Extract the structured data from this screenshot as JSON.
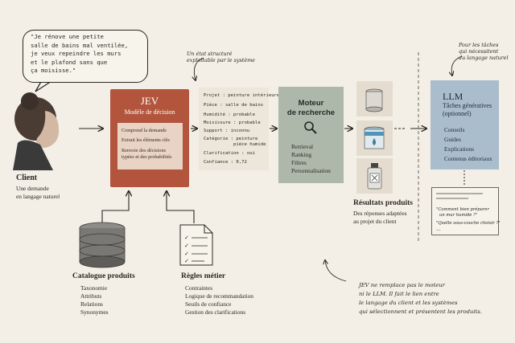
{
  "bubble": {
    "text": "\"Je rénove une petite\nsalle de bains mal ventilée,\nje veux repeindre les murs\net le plafond sans que\nça moisisse.\""
  },
  "client": {
    "title": "Client",
    "desc1": "Une demande",
    "desc2": "en langage naturel"
  },
  "state_annotation": {
    "line1": "Un état structuré",
    "line2": "exploitable par le système"
  },
  "jev": {
    "title": "JEV",
    "subtitle": "Modèle de décision",
    "items": [
      "Comprend la demande",
      "Extrait les éléments clés",
      "Renvoie des décisions",
      "typées et des probabilités"
    ]
  },
  "state": {
    "lines": [
      "Projet : peinture intérieure",
      "Pièce : salle de bains",
      "Humidité : probable",
      "Moisissure : probable",
      "Support : inconnu",
      "Catégorie : peinture",
      "           pièce humide",
      "Clarification : oui",
      "Confiance : 0,72"
    ]
  },
  "moteur": {
    "title1": "Moteur",
    "title2": "de recherche",
    "items": [
      "Retrieval",
      "Ranking",
      "Filtres",
      "Personnalisation"
    ]
  },
  "results": {
    "title": "Résultats produits",
    "desc1": "Des réponses adaptées",
    "desc2": "au projet du client"
  },
  "llm_annotation": {
    "line1": "Pour les tâches",
    "line2": "qui nécessitent",
    "line3": "du langage naturel"
  },
  "llm": {
    "title": "LLM",
    "subtitle1": "Tâches génératives",
    "subtitle2": "(optionnel)",
    "items": [
      "Conseils",
      "Guides",
      "Explications",
      "Contenus éditoriaux"
    ]
  },
  "llm_note": {
    "q1a": "\"Comment bien préparer",
    "q1b": "un mur humide ?\"",
    "q2": "\"Quelle sous-couche choisir ?\"",
    "dots": "..."
  },
  "catalogue": {
    "title": "Catalogue produits",
    "items": [
      "Taxonomie",
      "Attributs",
      "Relations",
      "Synonymes"
    ]
  },
  "regles": {
    "title": "Règles métier",
    "items": [
      "Contraintes",
      "Logique de recommandation",
      "Seuils de confiance",
      "Gestion des clarifications"
    ]
  },
  "footnote": {
    "line1": "JEV ne remplace pas le moteur",
    "line2": "ni le LLM. Il fait le lien entre",
    "line3": "le langage du client et les systèmes",
    "line4": "qui sélectionnent et présentent les produits."
  },
  "colors": {
    "jev": "#b3553c",
    "moteur": "#adb8aa",
    "llm": "#a9bdcc",
    "background": "#f3efe6"
  }
}
